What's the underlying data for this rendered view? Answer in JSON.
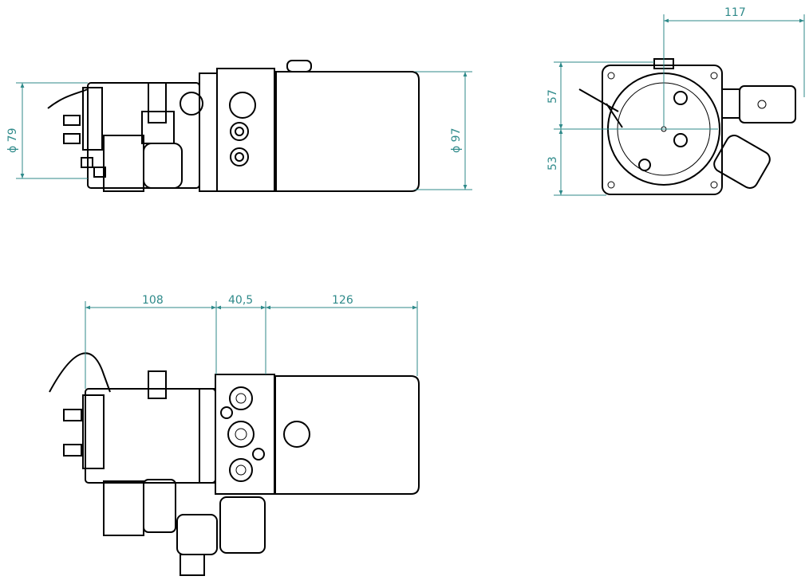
{
  "colors": {
    "dimension": "#2f8a8a",
    "outline": "#000000"
  },
  "side_view": {
    "dims": {
      "left_diameter": "ϕ 79",
      "right_diameter": "ϕ 97"
    }
  },
  "end_view": {
    "dims": {
      "width": "117",
      "upper_height": "57",
      "lower_height": "53"
    }
  },
  "top_view": {
    "dims": {
      "motor_length": "108",
      "block_length": "40,5",
      "tank_length": "126"
    }
  }
}
